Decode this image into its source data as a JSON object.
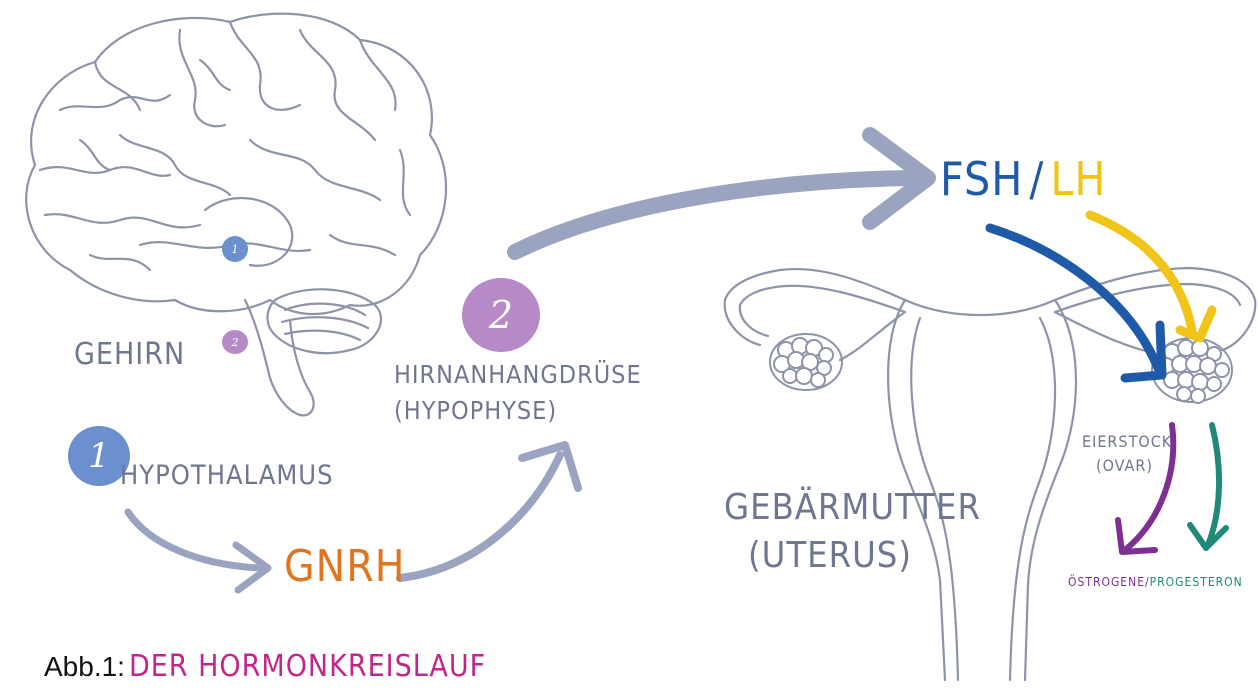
{
  "labels": {
    "brain": "Gehirn",
    "hypothalamus": "Hypothalamus",
    "gnrh": "GNRH",
    "pituitary_line1": "Hirnanhangdrüse",
    "pituitary_line2": "(Hypophyse)",
    "fsh": "FSH",
    "slash": "/",
    "lh": "LH",
    "uterus_line1": "Gebärmutter",
    "uterus_line2": "(Uterus)",
    "ovary_line1": "Eierstock",
    "ovary_line2": "(Ovar)",
    "estrogen": "Östrogene",
    "slash2": "/",
    "progesterone": "Progesteron"
  },
  "badges": {
    "hypothalamus": "1",
    "pituitary": "2",
    "brain_small_1": "1",
    "brain_small_2": "2"
  },
  "caption": {
    "prefix": "Abb.1:",
    "title": "Der Hormonkreislauf"
  },
  "colors": {
    "outline": "#8d94a8",
    "arrow": "#9aa3bf",
    "blue_badge": "#6b8fcf",
    "purple_badge": "#b58ac7",
    "gnrh": "#e0741f",
    "fsh": "#1f5aa8",
    "lh": "#f0c419",
    "estrogen": "#7d2f92",
    "progesterone": "#1f8a78",
    "caption_title": "#c2268a"
  }
}
